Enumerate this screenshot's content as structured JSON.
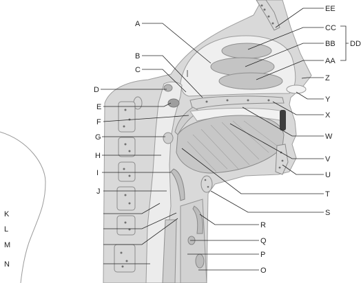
{
  "labels": {
    "A": "A",
    "B": "B",
    "C": "C",
    "D": "D",
    "E": "E",
    "F": "F",
    "G": "G",
    "H": "H",
    "I": "I",
    "J": "J",
    "K": "K",
    "L": "L",
    "M": "M",
    "N": "N",
    "O": "O",
    "P": "P",
    "Q": "Q",
    "R": "R",
    "S": "S",
    "T": "T",
    "U": "U",
    "V": "V",
    "W": "W",
    "X": "X",
    "Y": "Y",
    "Z": "Z",
    "AA": "AA",
    "BB": "BB",
    "CC": "CC",
    "DD": "DD",
    "EE": "EE"
  },
  "colors": {
    "background": "#ffffff",
    "tissue": "#d9d9d9",
    "cavity": "#eeeeee",
    "tongue": "#c8c8c8",
    "bone": "#d8d8d8",
    "line": "#222222"
  }
}
